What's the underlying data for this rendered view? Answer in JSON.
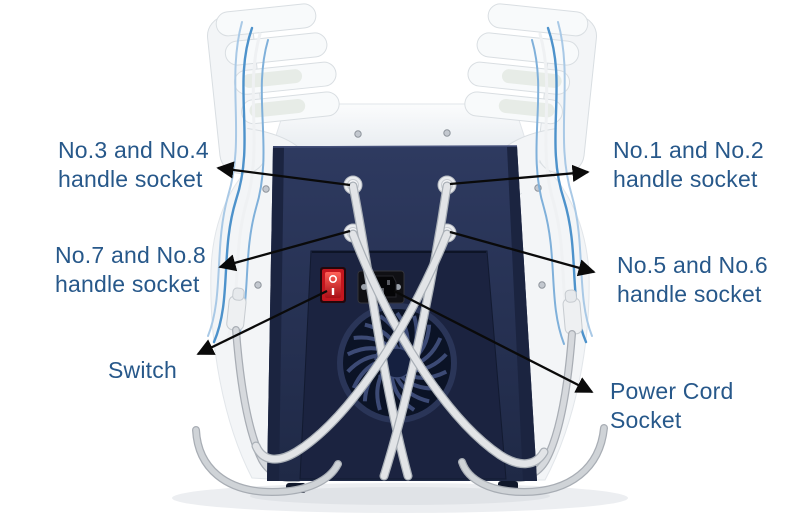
{
  "figure": {
    "type": "annotated-product-diagram",
    "subject": "Back view of a multi-handle slimming machine with labeled sockets",
    "background": "#ffffff"
  },
  "colors": {
    "label_text": "#27588a",
    "arrow": "#0a0a0a",
    "panel_navy": "#242f52",
    "recess_navy": "#1b2340",
    "body_white": "#f4f6f8",
    "cable_gray": "#d4d7db",
    "cable_blue": "#4d92cb",
    "switch_red": "#dd2027",
    "power_socket_black": "#101014"
  },
  "annotations": {
    "no3_no4": {
      "line1": "No.3 and No.4",
      "line2": "handle socket"
    },
    "no7_no8": {
      "line1": "No.7 and No.8",
      "line2": "handle socket"
    },
    "switch": {
      "line1": "Switch"
    },
    "no1_no2": {
      "line1": "No.1 and No.2",
      "line2": "handle socket"
    },
    "no5_no6": {
      "line1": "No.5 and No.6",
      "line2": "handle socket"
    },
    "power_cord": {
      "line1": "Power Cord",
      "line2": "Socket"
    }
  }
}
